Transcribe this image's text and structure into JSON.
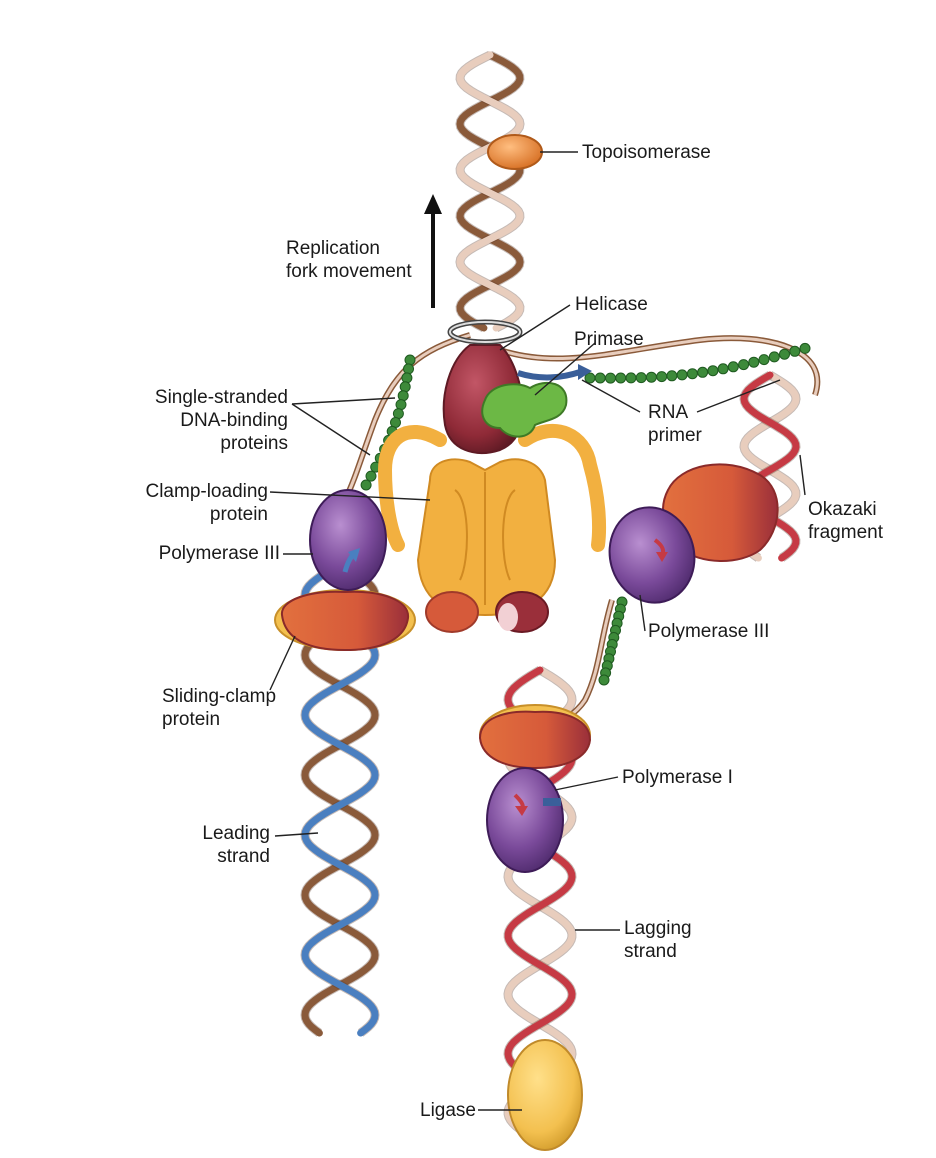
{
  "labels": {
    "topoisomerase": "Topoisomerase",
    "replication_fork_movement": "Replication\nfork movement",
    "helicase": "Helicase",
    "primase": "Primase",
    "single_stranded_dna_binding": "Single-stranded\nDNA-binding\nproteins",
    "rna_primer": "RNA\nprimer",
    "clamp_loading": "Clamp-loading\nprotein",
    "okazaki_fragment": "Okazaki\nfragment",
    "polymerase_iii_left": "Polymerase III",
    "polymerase_iii_right": "Polymerase III",
    "sliding_clamp": "Sliding-clamp\nprotein",
    "polymerase_i": "Polymerase I",
    "leading_strand": "Leading\nstrand",
    "lagging_strand": "Lagging\nstrand",
    "ligase": "Ligase"
  },
  "colors": {
    "parental_strand_dark": "#8a5a3a",
    "parental_strand_light": "#e8cdbd",
    "leading_new_strand": "#4a7fc0",
    "lagging_new_strand": "#c63a44",
    "helicase": "#8f2a37",
    "primase": "#6cb845",
    "clamp_loader": "#f2b040",
    "polymerase": "#7a4a9a",
    "sliding_clamp": "#d9603e",
    "ssb": "#3d8a3a",
    "ligase": "#f3c04f",
    "topoisomerase": "#ec8a3a"
  }
}
